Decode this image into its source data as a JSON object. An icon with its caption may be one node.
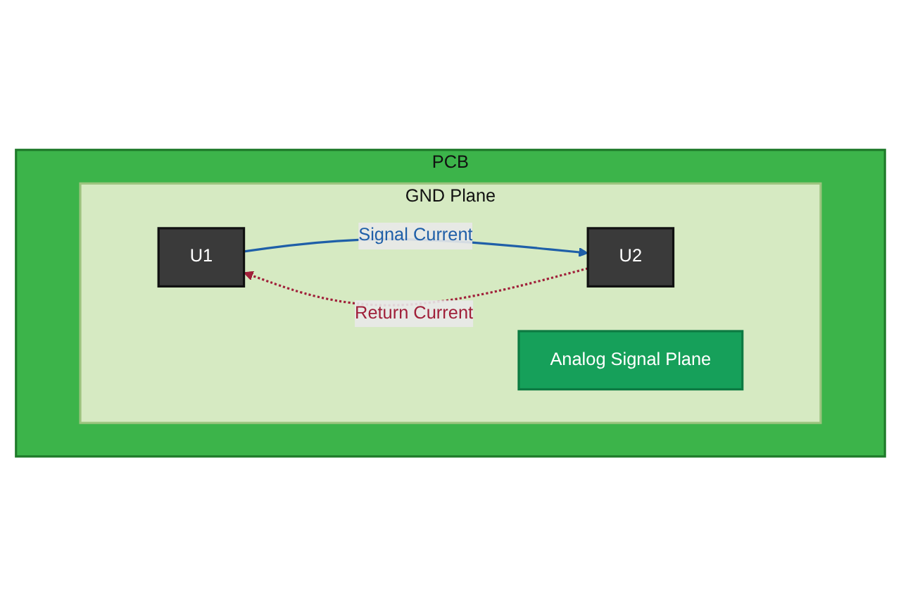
{
  "diagram": {
    "nodes": [
      {
        "text": [
          "PCB"
        ]
      },
      {
        "text": [
          "GND Plane"
        ],
        "in": 0
      },
      {
        "text": [
          "U1"
        ],
        "in": 1
      },
      {
        "text": [
          "Analog Signal Plane"
        ],
        "in": 1
      },
      {
        "text": [
          "U2"
        ],
        "in": 1
      }
    ],
    "edges": [
      {
        "from": 2,
        "to": 4,
        "arrow": "to",
        "label": "Signal Current",
        "color": "#1f5fa8"
      },
      {
        "from": 4,
        "to": 2,
        "arrow": "to",
        "label": "Return Current",
        "style": "dashed",
        "color": "#a0203a"
      }
    ]
  }
}
